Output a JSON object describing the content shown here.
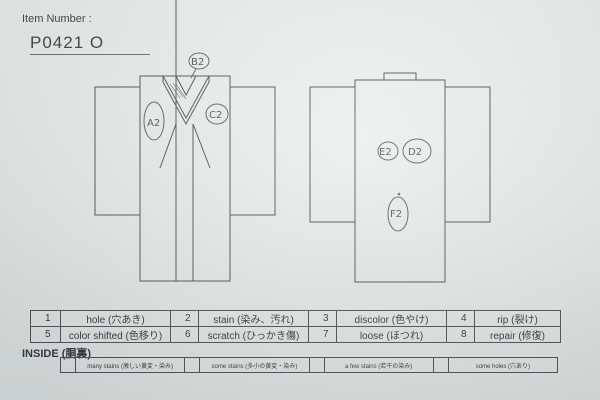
{
  "header": {
    "item_number_label": "Item Number :",
    "item_number": "P0421   O"
  },
  "marks": {
    "front": [
      {
        "code": "B2"
      },
      {
        "code": "A2"
      },
      {
        "code": "C2"
      }
    ],
    "back": [
      {
        "code": "E2"
      },
      {
        "code": "D2"
      },
      {
        "code": "F2"
      }
    ]
  },
  "defects": [
    [
      {
        "num": "1",
        "label": "hole (穴あき)"
      },
      {
        "num": "2",
        "label": "stain (染み、汚れ)"
      },
      {
        "num": "3",
        "label": "discolor (色やけ)"
      },
      {
        "num": "4",
        "label": "rip (裂け)"
      }
    ],
    [
      {
        "num": "5",
        "label": "color shifted (色移り)"
      },
      {
        "num": "6",
        "label": "scratch (ひっかき傷)"
      },
      {
        "num": "7",
        "label": "loose (ほつれ)"
      },
      {
        "num": "8",
        "label": "repair (修復)"
      }
    ]
  ],
  "inside": {
    "title": "INSIDE (胴裏)",
    "options": [
      "many stains (激しい黄変・染み)",
      "some stains (多小の黄変・染み)",
      "a few stains (若干の染み)",
      "some holes (穴あり)"
    ]
  },
  "colors": {
    "paper": "#e8ecea",
    "line": "#3b4145",
    "pencil": "#4a5057"
  }
}
